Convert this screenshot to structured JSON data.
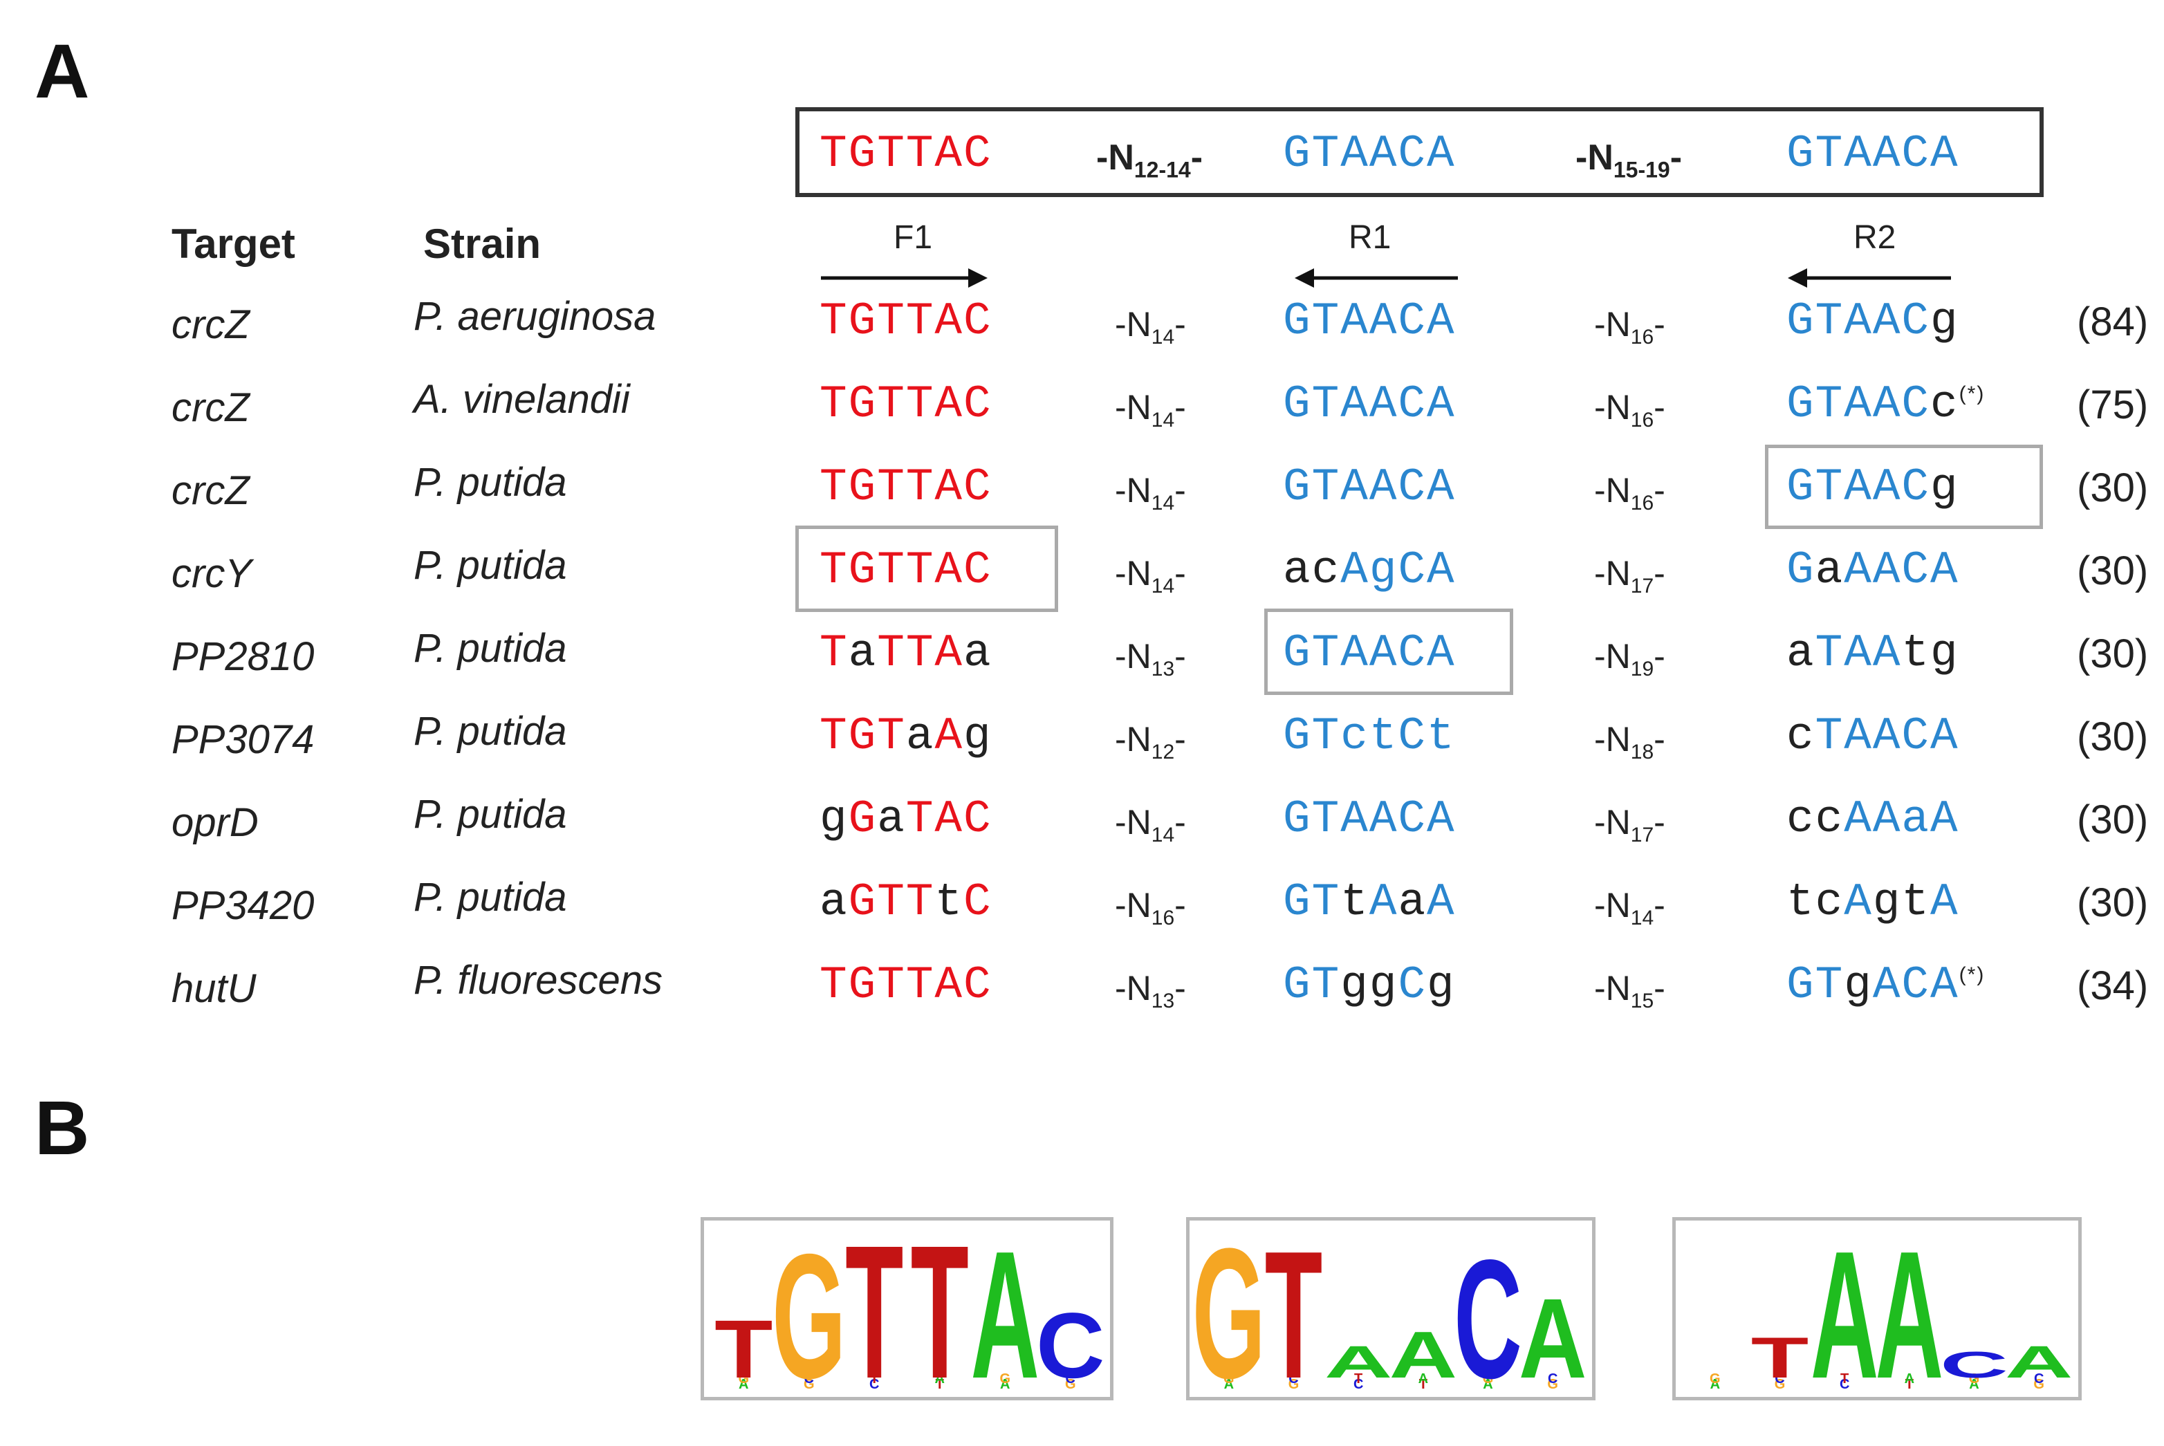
{
  "panel_a_label": "A",
  "panel_b_label": "B",
  "consensus": {
    "f1": "TGTTAC",
    "gap1_base": "-N",
    "gap1_sub": "12-14",
    "gap1_end": "-",
    "r1": "GTAACA",
    "gap2_base": "-N",
    "gap2_sub": "15-19",
    "gap2_end": "-",
    "r2": "GTAACA"
  },
  "headers": {
    "target": "Target",
    "strain": "Strain"
  },
  "arrows": {
    "f1": "F1",
    "r1": "R1",
    "r2": "R2"
  },
  "rows": [
    {
      "target": "crcZ",
      "strain": "P. aeruginosa",
      "gap1": "14",
      "gap2": "16",
      "ref": "(84)",
      "f1": [
        [
          "TGTTAC",
          "red"
        ]
      ],
      "r1": [
        [
          "GTAACA",
          "blue"
        ]
      ],
      "r2": [
        [
          "GTAAC",
          "blue"
        ],
        [
          "g",
          "dark"
        ]
      ],
      "r2_star": ""
    },
    {
      "target": "crcZ",
      "strain": "A. vinelandii",
      "gap1": "14",
      "gap2": "16",
      "ref": "(75)",
      "f1": [
        [
          "TGTTAC",
          "red"
        ]
      ],
      "r1": [
        [
          "GTAACA",
          "blue"
        ]
      ],
      "r2": [
        [
          "GTAAC",
          "blue"
        ],
        [
          "c",
          "dark"
        ]
      ],
      "r2_star": "(*)"
    },
    {
      "target": "crcZ",
      "strain": "P. putida",
      "gap1": "14",
      "gap2": "16",
      "ref": "(30)",
      "f1": [
        [
          "TGTTAC",
          "red"
        ]
      ],
      "r1": [
        [
          "GTAACA",
          "blue"
        ]
      ],
      "r2": [
        [
          "GTAAC",
          "blue"
        ],
        [
          "g",
          "dark"
        ]
      ],
      "r2_star": ""
    },
    {
      "target": "crcY",
      "strain": "P. putida",
      "gap1": "14",
      "gap2": "17",
      "ref": "(30)",
      "f1": [
        [
          "TGTTAC",
          "red"
        ]
      ],
      "r1": [
        [
          "ac",
          "dark"
        ],
        [
          "Ag",
          "blue"
        ],
        [
          "CA",
          "blue"
        ]
      ],
      "r2": [
        [
          "G",
          "blue"
        ],
        [
          "a",
          "dark"
        ],
        [
          "AACA",
          "blue"
        ]
      ],
      "r2_star": ""
    },
    {
      "target": "PP2810",
      "strain": "P. putida",
      "gap1": "13",
      "gap2": "19",
      "ref": "(30)",
      "f1": [
        [
          "T",
          "red"
        ],
        [
          "a",
          "dark"
        ],
        [
          "TTA",
          "red"
        ],
        [
          "a",
          "dark"
        ]
      ],
      "r1": [
        [
          "GTAACA",
          "blue"
        ]
      ],
      "r2": [
        [
          "a",
          "dark"
        ],
        [
          "TAA",
          "blue"
        ],
        [
          "tg",
          "dark"
        ]
      ],
      "r2_star": ""
    },
    {
      "target": "PP3074",
      "strain": "P. putida",
      "gap1": "12",
      "gap2": "18",
      "ref": "(30)",
      "f1": [
        [
          "TGT",
          "red"
        ],
        [
          "a",
          "dark"
        ],
        [
          "A",
          "red"
        ],
        [
          "g",
          "dark"
        ]
      ],
      "r1": [
        [
          "GTctCt",
          "blue"
        ]
      ],
      "r2": [
        [
          "c",
          "dark"
        ],
        [
          "TAACA",
          "blue"
        ]
      ],
      "r2_star": ""
    },
    {
      "target": "oprD",
      "strain": "P. putida",
      "gap1": "14",
      "gap2": "17",
      "ref": "(30)",
      "f1": [
        [
          "g",
          "dark"
        ],
        [
          "G",
          "red"
        ],
        [
          "a",
          "dark"
        ],
        [
          "TAC",
          "red"
        ]
      ],
      "r1": [
        [
          "GTAACA",
          "blue"
        ]
      ],
      "r2": [
        [
          "cc",
          "dark"
        ],
        [
          "AAa",
          "blue"
        ],
        [
          "A",
          "blue"
        ]
      ],
      "r2_star": ""
    },
    {
      "target": "PP3420",
      "strain": "P. putida",
      "gap1": "16",
      "gap2": "14",
      "ref": "(30)",
      "f1": [
        [
          "a",
          "dark"
        ],
        [
          "GTT",
          "red"
        ],
        [
          "t",
          "dark"
        ],
        [
          "C",
          "red"
        ]
      ],
      "r1": [
        [
          "GT",
          "blue"
        ],
        [
          "t",
          "dark"
        ],
        [
          "A",
          "blue"
        ],
        [
          "a",
          "dark"
        ],
        [
          "A",
          "blue"
        ]
      ],
      "r2": [
        [
          "tc",
          "dark"
        ],
        [
          "A",
          "blue"
        ],
        [
          "gt",
          "dark"
        ],
        [
          "A",
          "blue"
        ]
      ],
      "r2_star": ""
    },
    {
      "target": "hutU",
      "strain": "P. fluorescens",
      "gap1": "13",
      "gap2": "15",
      "ref": "(34)",
      "f1": [
        [
          "TGTTAC",
          "red"
        ]
      ],
      "r1": [
        [
          "GT",
          "blue"
        ],
        [
          "gg",
          "dark"
        ],
        [
          "C",
          "blue"
        ],
        [
          "g",
          "dark"
        ]
      ],
      "r2": [
        [
          "GT",
          "blue"
        ],
        [
          "g",
          "dark"
        ],
        [
          "ACA",
          "blue"
        ]
      ],
      "r2_star": "(*)"
    }
  ],
  "logos": [
    {
      "name": "F1",
      "letters": [
        "T",
        "G",
        "T",
        "T",
        "A",
        "c"
      ]
    },
    {
      "name": "R1",
      "letters": [
        "G",
        "T",
        "A",
        "A",
        "C",
        "A"
      ]
    },
    {
      "name": "R2",
      "letters": [
        "T",
        "A",
        "A",
        "c",
        "A"
      ]
    }
  ],
  "colors": {
    "red": "#e8121b",
    "blue": "#2a86cf",
    "logo_A": "#1fbd1f",
    "logo_C": "#1a1ad6",
    "logo_G": "#f5a623",
    "logo_T": "#c41414"
  }
}
